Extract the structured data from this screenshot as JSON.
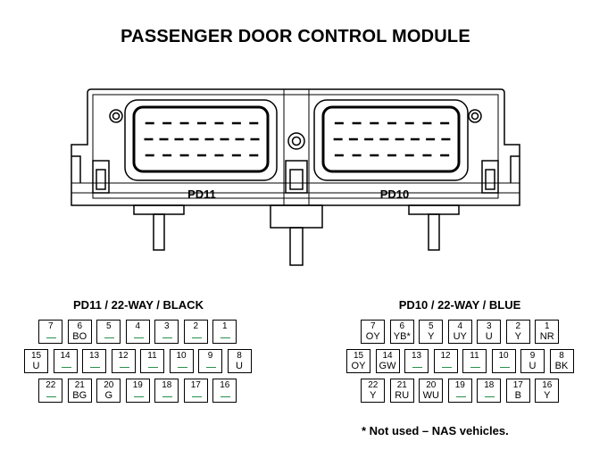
{
  "title": "PASSENGER DOOR CONTROL MODULE",
  "module": {
    "label_left": "PD11",
    "label_right": "PD10"
  },
  "connectors": [
    {
      "id": "pd11",
      "title": "PD11 / 22-WAY / BLACK",
      "rows": [
        [
          {
            "n": "7",
            "w": ""
          },
          {
            "n": "6",
            "w": "BO"
          },
          {
            "n": "5",
            "w": ""
          },
          {
            "n": "4",
            "w": ""
          },
          {
            "n": "3",
            "w": ""
          },
          {
            "n": "2",
            "w": ""
          },
          {
            "n": "1",
            "w": ""
          }
        ],
        [
          {
            "n": "15",
            "w": "U"
          },
          {
            "n": "14",
            "w": ""
          },
          {
            "n": "13",
            "w": ""
          },
          {
            "n": "12",
            "w": ""
          },
          {
            "n": "11",
            "w": ""
          },
          {
            "n": "10",
            "w": ""
          },
          {
            "n": "9",
            "w": ""
          },
          {
            "n": "8",
            "w": "U"
          }
        ],
        [
          {
            "n": "22",
            "w": ""
          },
          {
            "n": "21",
            "w": "BG"
          },
          {
            "n": "20",
            "w": "G"
          },
          {
            "n": "19",
            "w": ""
          },
          {
            "n": "18",
            "w": ""
          },
          {
            "n": "17",
            "w": ""
          },
          {
            "n": "16",
            "w": ""
          }
        ]
      ]
    },
    {
      "id": "pd10",
      "title": "PD10 / 22-WAY / BLUE",
      "rows": [
        [
          {
            "n": "7",
            "w": "OY"
          },
          {
            "n": "6",
            "w": "YB*"
          },
          {
            "n": "5",
            "w": "Y"
          },
          {
            "n": "4",
            "w": "UY"
          },
          {
            "n": "3",
            "w": "U"
          },
          {
            "n": "2",
            "w": "Y"
          },
          {
            "n": "1",
            "w": "NR"
          }
        ],
        [
          {
            "n": "15",
            "w": "OY"
          },
          {
            "n": "14",
            "w": "GW"
          },
          {
            "n": "13",
            "w": ""
          },
          {
            "n": "12",
            "w": ""
          },
          {
            "n": "11",
            "w": ""
          },
          {
            "n": "10",
            "w": ""
          },
          {
            "n": "9",
            "w": "U"
          },
          {
            "n": "8",
            "w": "BK"
          }
        ],
        [
          {
            "n": "22",
            "w": "Y"
          },
          {
            "n": "21",
            "w": "RU"
          },
          {
            "n": "20",
            "w": "WU"
          },
          {
            "n": "19",
            "w": ""
          },
          {
            "n": "18",
            "w": ""
          },
          {
            "n": "17",
            "w": "B"
          },
          {
            "n": "16",
            "w": "Y"
          }
        ]
      ]
    }
  ],
  "note": "* Not used – NAS vehicles.",
  "colors": {
    "unused_pin_mark": "#2a8f4a",
    "line": "#000000"
  }
}
